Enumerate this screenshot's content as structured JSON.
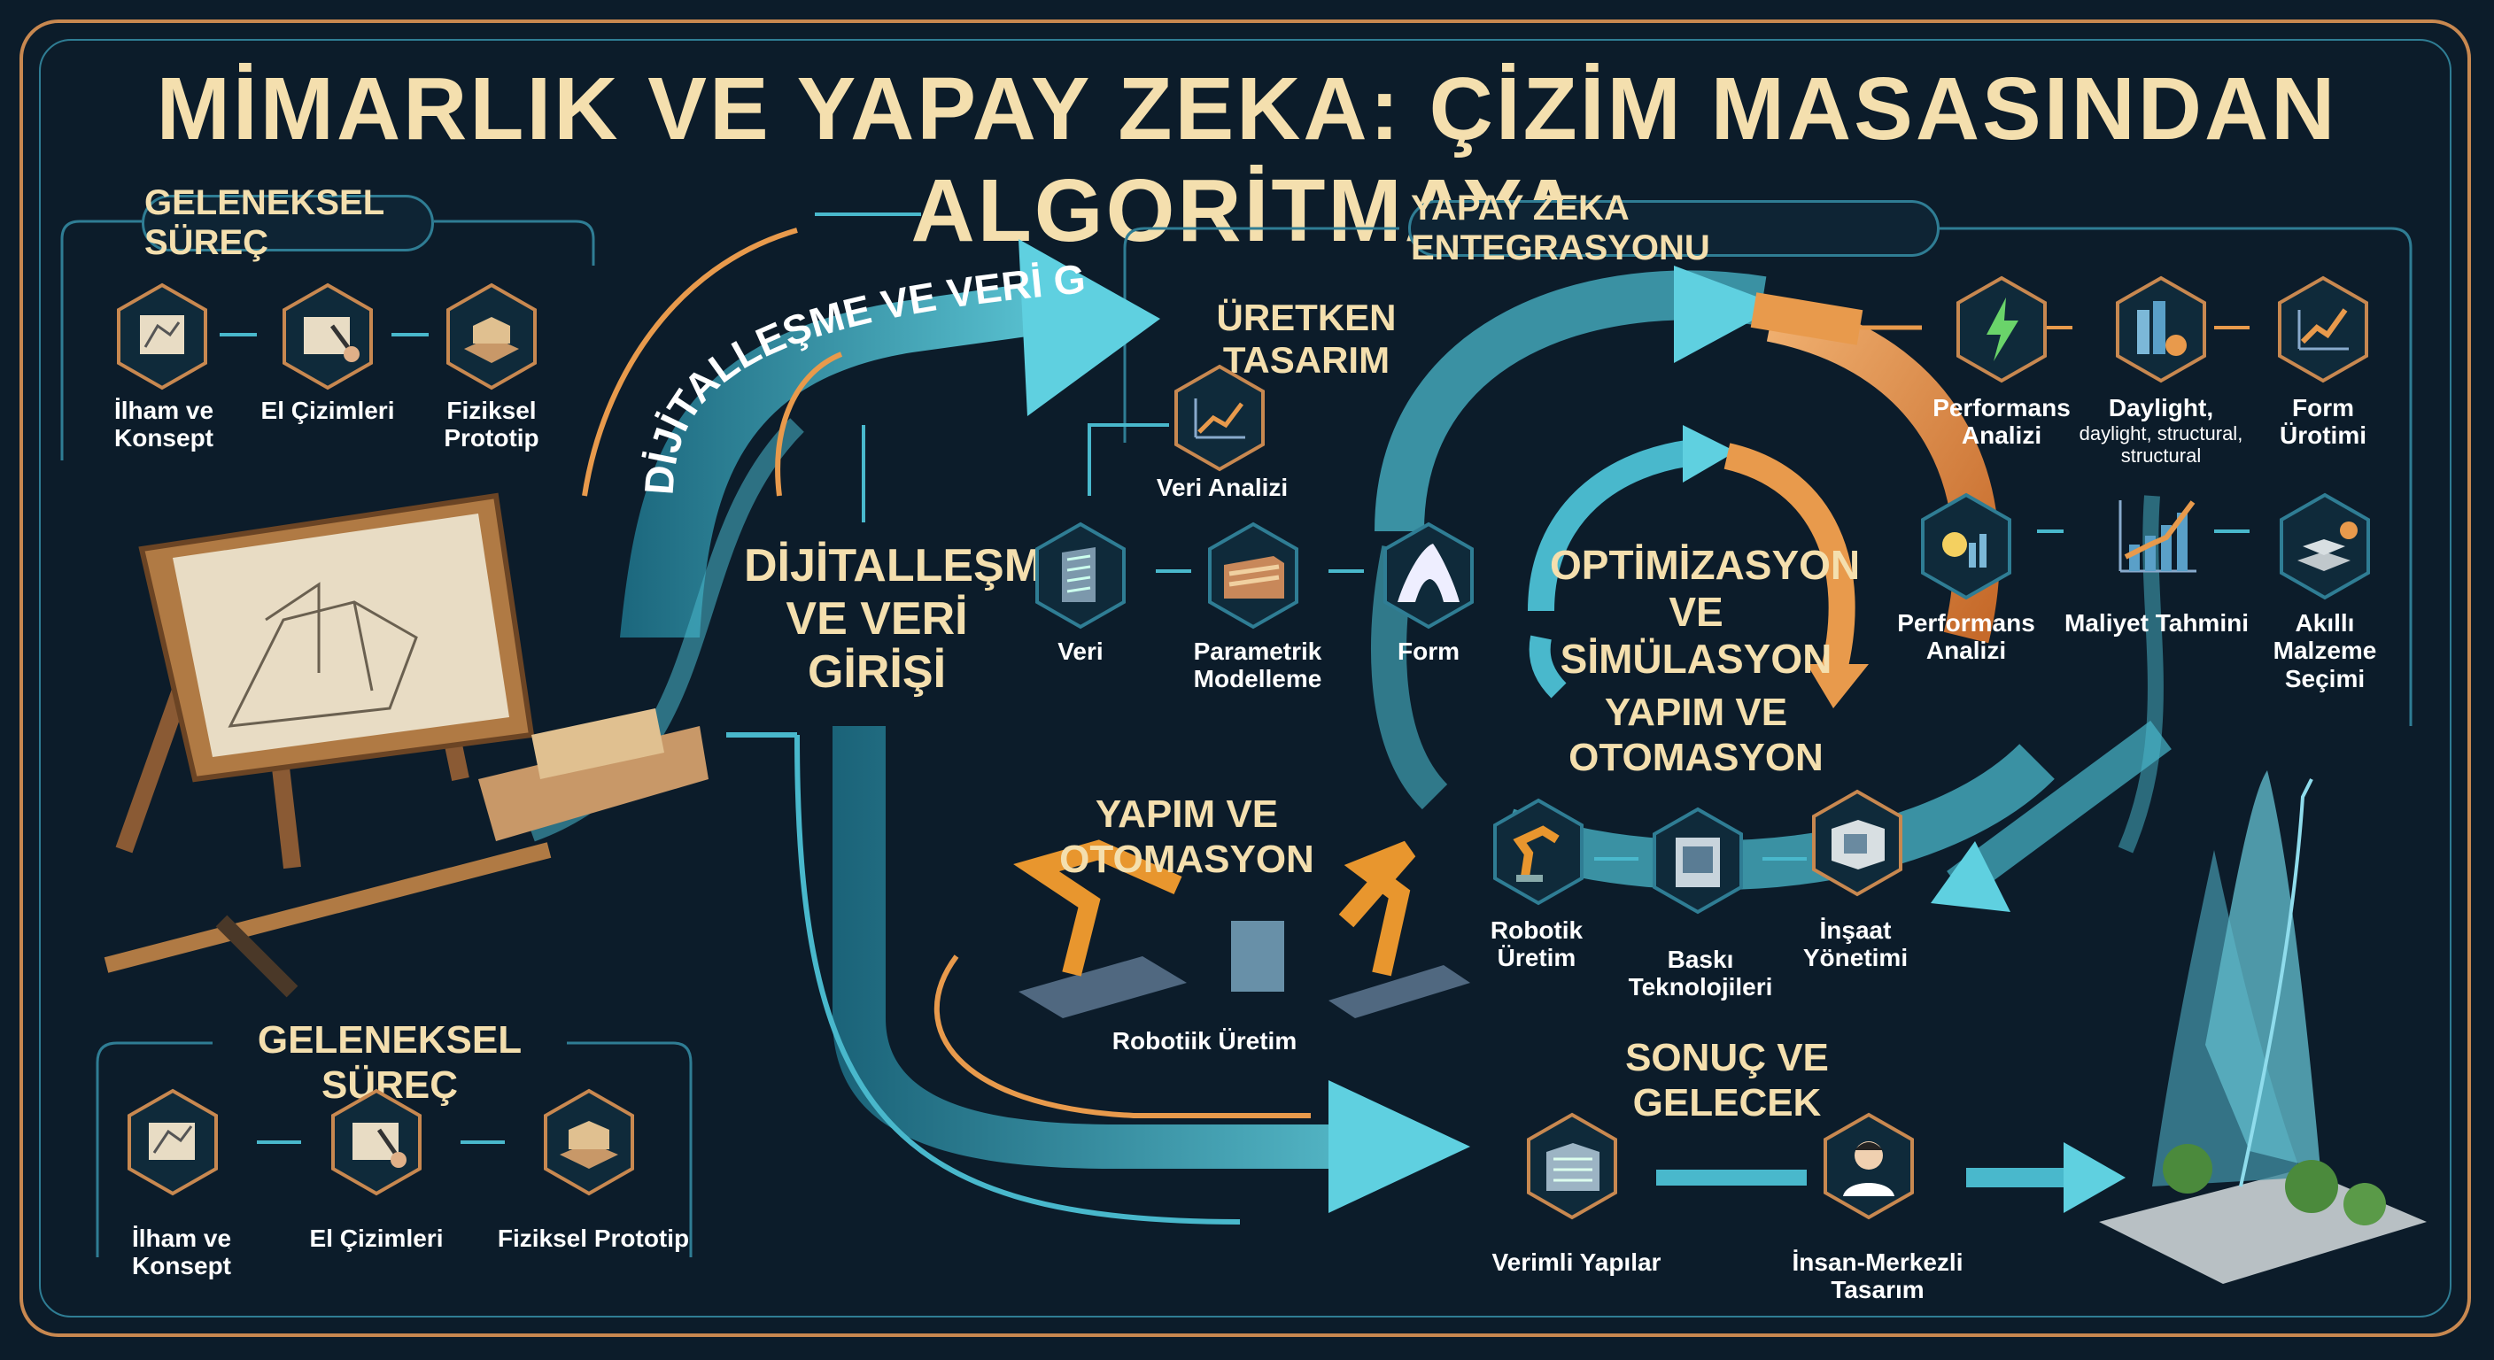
{
  "title": "MİMARLIK VE YAPAY ZEKA: ÇİZİM MASASINDAN ALGORİTMAYA",
  "traditional_top": {
    "heading": "GELENEKSEL SÜREÇ",
    "items": [
      {
        "label": "İlham ve Konsept",
        "icon": "concept-sketch-icon"
      },
      {
        "label": "El Çizimleri",
        "icon": "hand-drawing-icon"
      },
      {
        "label": "Fiziksel Prototip",
        "icon": "physical-model-icon"
      }
    ]
  },
  "traditional_bottom": {
    "heading": "GELENEKSEL SÜREÇ",
    "items": [
      {
        "label": "İlham ve Konsept",
        "icon": "concept-sketch-icon"
      },
      {
        "label": "El Çizimleri",
        "icon": "hand-drawing-icon"
      },
      {
        "label": "Fiziksel Prototip",
        "icon": "physical-model-icon"
      }
    ]
  },
  "digital": {
    "curve_label": "DİJİTALLEŞME VE VERİ GİRİŞİ",
    "heading": "DİJİTALLEŞME VE VERİ GİRİŞİ"
  },
  "ai": {
    "heading": "YAPAY ZEKA ENTEGRASYONU",
    "generative_heading": "ÜRETKEN TASARIM",
    "data_analysis": "Veri Analizi",
    "flow": [
      {
        "label": "Veri",
        "icon": "office-building-icon"
      },
      {
        "label": "Parametrik Modelleme",
        "icon": "parametric-building-icon"
      },
      {
        "label": "Form",
        "icon": "freeform-shell-icon"
      }
    ],
    "cycle_top": "OPTİMİZASYON VE SİMÜLASYON",
    "cycle_bottom": "YAPIM VE OTOMASYON",
    "top_right": [
      {
        "label": "Performans Analizi",
        "icon": "lightning-icon"
      },
      {
        "label": "Daylight,",
        "sub": "daylight, structural, structural",
        "icon": "bar-chart-dollar-icon"
      },
      {
        "label": "Form Ürotimi",
        "icon": "growth-chart-icon"
      }
    ],
    "mid_right": [
      {
        "label": "Performans Analizi",
        "icon": "lightbulb-chart-icon"
      },
      {
        "label": "Maliyet Tahmini",
        "icon": "cost-chart-icon"
      },
      {
        "label": "Akıllı Malzeme Seçimi",
        "icon": "material-blocks-icon"
      }
    ],
    "construction": [
      {
        "label": "Robotik Üretim",
        "icon": "robot-arm-icon"
      },
      {
        "label": "Baskı Teknolojileri",
        "icon": "3d-printer-icon"
      },
      {
        "label": "İnşaat Yönetimi",
        "icon": "construction-box-icon"
      }
    ]
  },
  "robotics": {
    "heading": "YAPIM VE OTOMASYON",
    "label": "Robotiik Üretim"
  },
  "result": {
    "heading": "SONUÇ VE GELECEK",
    "items": [
      {
        "label": "Verimli Yapılar",
        "icon": "efficient-building-icon"
      },
      {
        "label": "İnsan-Merkezli Tasarım",
        "icon": "person-icon"
      }
    ]
  },
  "colors": {
    "background": "#0c1c2a",
    "frame_orange": "#c88850",
    "frame_teal": "#2f7d94",
    "title_cream": "#f4dfae",
    "arrow_teal": "#49b8cc",
    "arrow_orange": "#e89a4c"
  }
}
